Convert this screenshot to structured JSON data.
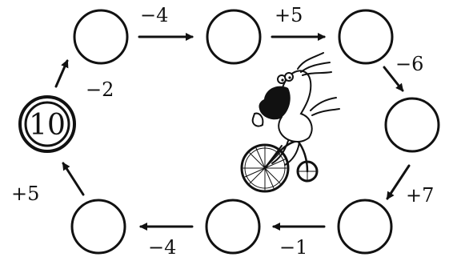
{
  "start": {
    "value": "10"
  },
  "steps": [
    "−2",
    "−4",
    "+5",
    "−6",
    "+7",
    "−1",
    "−4",
    "+5"
  ]
}
